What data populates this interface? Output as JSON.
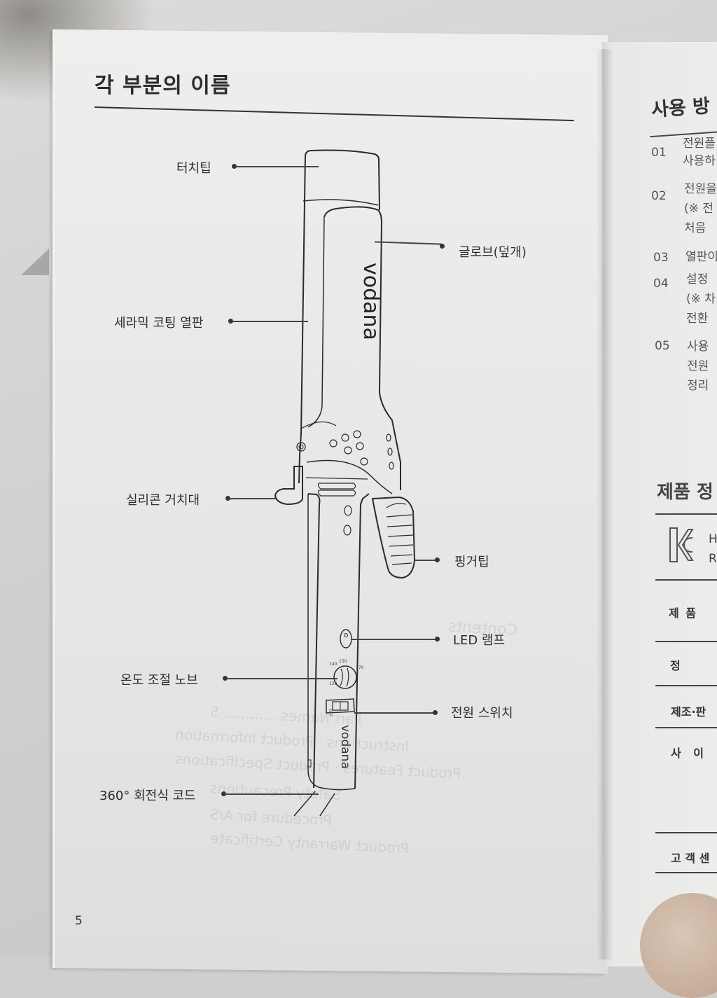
{
  "left_page": {
    "title": "각 부분의 이름",
    "page_number": "5",
    "brand_text": "vodana",
    "parts": [
      {
        "id": "touch-tip",
        "label": "터치팁",
        "side": "left"
      },
      {
        "id": "glove-cover",
        "label": "글로브(덮개)",
        "side": "right"
      },
      {
        "id": "ceramic-plate",
        "label": "세라믹 코팅 열판",
        "side": "left"
      },
      {
        "id": "silicone-stand",
        "label": "실리콘 거치대",
        "side": "left"
      },
      {
        "id": "finger-tip",
        "label": "핑거팁",
        "side": "right"
      },
      {
        "id": "led-lamp",
        "label": "LED 램프",
        "side": "right"
      },
      {
        "id": "temp-knob",
        "label": "온도 조절 노브",
        "side": "left"
      },
      {
        "id": "power-switch",
        "label": "전원 스위치",
        "side": "right"
      },
      {
        "id": "swivel-cord",
        "label": "360° 회전식 코드",
        "side": "left"
      }
    ],
    "switch_label": "OFF",
    "bleed_through_text": [
      "Contents",
      "Part Names ............ 5",
      "Instructions · Product Information",
      "Product Features · Product Specifications",
      "Safety Precautions",
      "Procedure for A/S",
      "Product Warranty Certificate"
    ]
  },
  "right_page": {
    "section1_title": "사용 방",
    "steps": [
      {
        "num": "01",
        "lines": [
          "전원플",
          "사용하"
        ]
      },
      {
        "num": "02",
        "lines": [
          "전원을",
          "(※ 전",
          "처음"
        ]
      },
      {
        "num": "03",
        "lines": [
          "열판이"
        ]
      },
      {
        "num": "04",
        "lines": [
          "설정",
          "(※ 차",
          "전환"
        ]
      },
      {
        "num": "05",
        "lines": [
          "사용",
          "전원",
          "정리"
        ]
      }
    ],
    "section2_title": "제품 정",
    "kc_text": [
      "H",
      "R"
    ],
    "table_rows": [
      "제 품",
      "정",
      "제조·판",
      "사 이",
      "고 객 센"
    ]
  }
}
